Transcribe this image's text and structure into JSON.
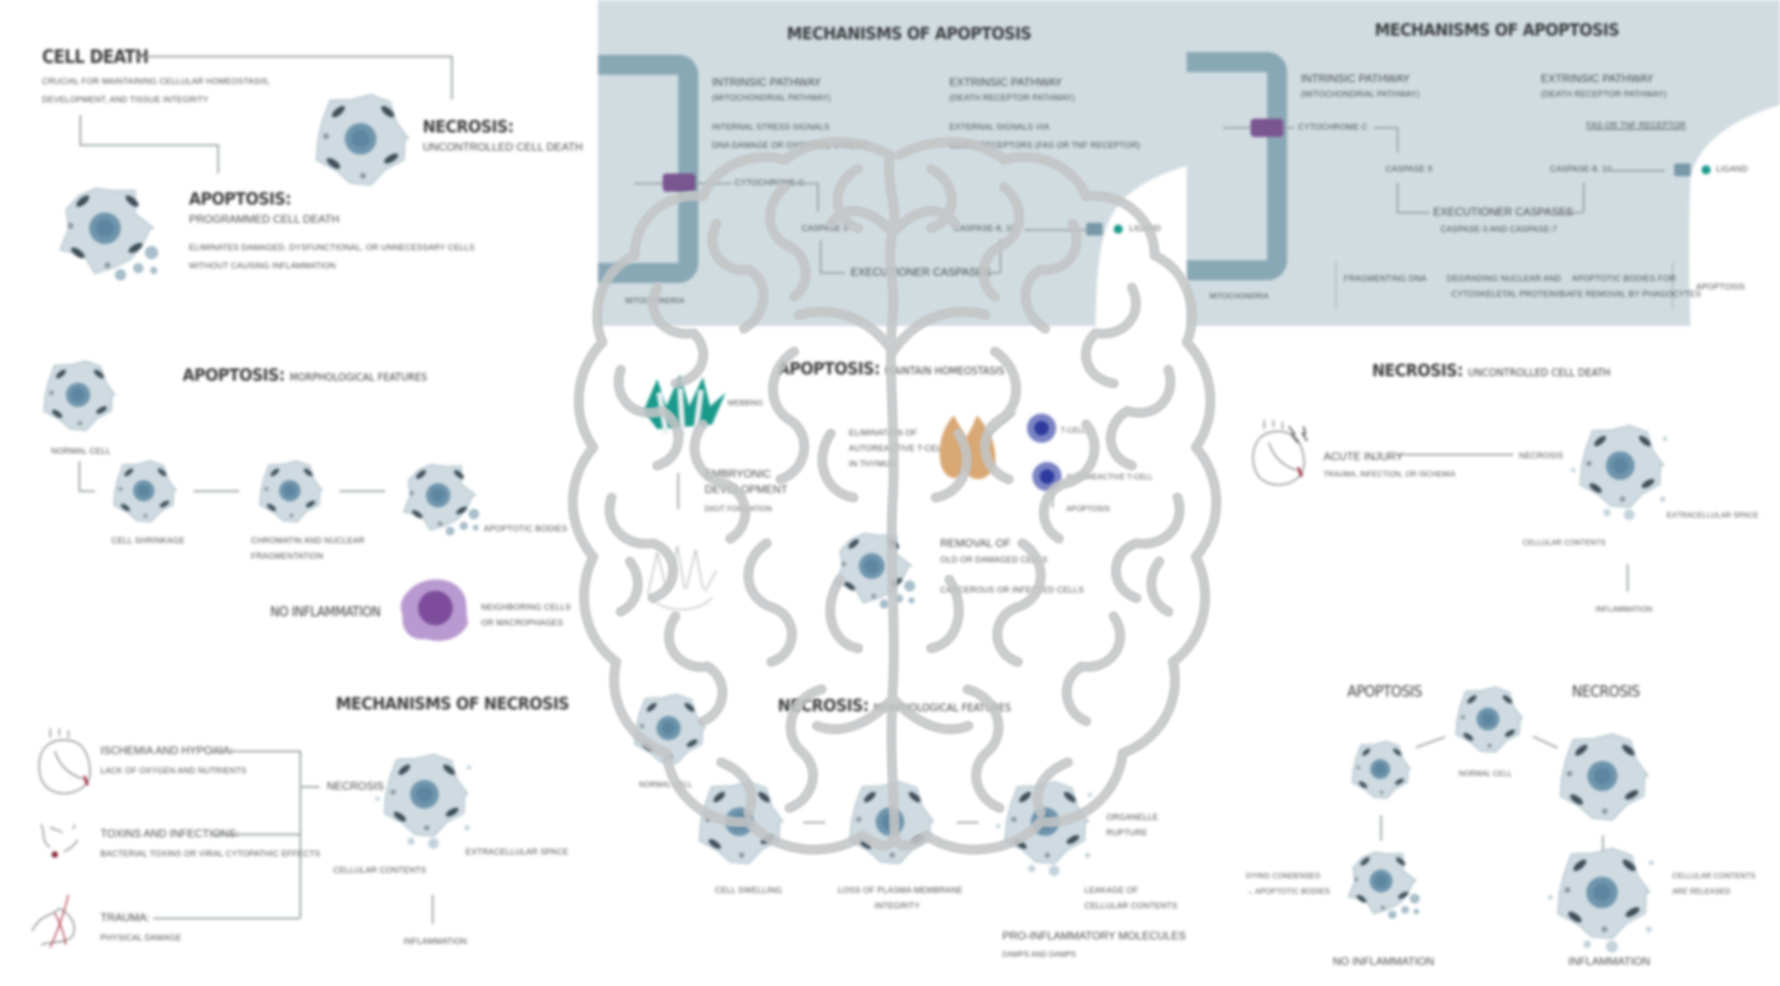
{
  "cell_death": {
    "title": "CELL DEATH",
    "desc_line1": "CRUCIAL FOR MAINTAINING CELLULAR HOMEOSTASIS,",
    "desc_line2": "DEVELOPMENT, AND TISSUE INTEGRITY",
    "apoptosis_title": "APOPTOSIS:",
    "apoptosis_subtitle": "PROGRAMMED CELL DEATH",
    "apoptosis_desc_line1": "ELIMINATES DAMAGED, DYSFUNCTIONAL, OR UNNECESSARY CELLS",
    "apoptosis_desc_line2": "WITHOUT CAUSING INFLAMMATION",
    "necrosis_title": "NECROSIS:",
    "necrosis_subtitle": "UNCONTROLLED CELL DEATH"
  },
  "mech_apoptosis_1": {
    "title": "MECHANISMS OF APOPTOSIS",
    "intrinsic_title": "INTRINSIC PATHWAY",
    "intrinsic_sub": "(MITOCHONDRIAL PATHWAY)",
    "intrinsic_desc1": "INTERNAL STRESS SIGNALS",
    "intrinsic_desc2": "DNA DAMAGE OR OXIDATIVE STRESS",
    "extrinsic_title": "EXTRINSIC PATHWAY",
    "extrinsic_sub": "(DEATH RECEPTOR PATHWAY)",
    "extrinsic_desc1": "EXTERNAL SIGNALS VIA",
    "extrinsic_desc2": "DEATH RECEPTORS (FAS OR TNF RECEPTOR)",
    "cytochrome": "CYTOCHROME C",
    "caspase9": "CASPASE 9",
    "caspase810": "CASPASE-8, 10",
    "ligand": "LIGAND",
    "executioner": "EXECUTIONER CASPASES",
    "mitochondria": "MITOCHONDRIA"
  },
  "mech_apoptosis_2": {
    "title": "MECHANISMS OF APOPTOSIS",
    "intrinsic_title": "INTRINSIC PATHWAY",
    "intrinsic_sub": "(MITOCHONDRIAL PATHWAY)",
    "extrinsic_title": "EXTRINSIC PATHWAY",
    "extrinsic_sub": "(DEATH RECEPTOR PATHWAY)",
    "receptor": "FAS OR TNF RECEPTOR",
    "cytochrome": "CYTOCHROME C",
    "caspase9": "CASPASE 9",
    "caspase810": "CASPASE-8, 10",
    "ligand": "LIGAND",
    "executioner": "EXECUTIONER CASPASES",
    "executioner_sub": "CASPASE-3 AND CASPASE-7",
    "outcome1": "FRAGMENTING DNA",
    "outcome2_line1": "DEGRADING NUCLEAR AND",
    "outcome2_line2": "CYTOSKELETAL PROTEINS",
    "outcome3_line1": "APOPTOTIC BODIES FOR",
    "outcome3_line2": "SAFE REMOVAL BY PHAGOCYTES",
    "mitochondria": "MITOCHONDRIA",
    "side_label": "APOPTOSIS"
  },
  "apop_morph": {
    "title": "APOPTOSIS:",
    "subtitle": "MORPHOLOGICAL FEATURES",
    "normal": "NORMAL CELL",
    "shrinkage": "CELL SHRINKAGE",
    "chromatin_line1": "CHROMATIN AND NUCLEAR",
    "chromatin_line2": "FRAGMENTATION",
    "bodies": "APOPTOTIC BODIES",
    "no_inflammation": "NO INFLAMMATION",
    "macrophage_line1": "NEIGHBORING CELLS",
    "macrophage_line2": "OR MACROPHAGES"
  },
  "apop_homeostasis": {
    "title": "APOPTOSIS:",
    "subtitle": "MAINTAIN HOMEOSTASIS",
    "webbing": "WEBBING",
    "embryonic_line1": "EMBRYONIC",
    "embryonic_line2": "DEVELOPMENT",
    "digit": "DIGIT FORMATION",
    "elim_line1": "ELIMINATION OF",
    "elim_line2": "AUTOREACTIVE T-CELLS",
    "elim_line3": "IN THYMUS",
    "tcell": "T-CELL",
    "autoreactive": "AUTOREACTIVE T-CELL",
    "apoptosis": "APOPTOSIS",
    "removal_line1": "REMOVAL OF",
    "removal_line2": "OLD OR DAMAGED CELLS",
    "removal_line3": "CANCEROUS OR INFECTED CELLS"
  },
  "necrosis_unc": {
    "title": "NECROSIS:",
    "subtitle": "UNCONTROLLED CELL DEATH",
    "acute": "ACUTE INJURY",
    "acute_sub": "TRAUMA, INFECTION, OR ISCHEMIA",
    "necrosis": "NECROSIS",
    "extracellular": "EXTRACELLULAR SPACE",
    "contents": "CELLULAR CONTENTS",
    "inflammation": "INFLAMMATION"
  },
  "mech_necrosis": {
    "title": "MECHANISMS OF NECROSIS",
    "cause1": "ISCHEMIA AND HYPOXIA:",
    "cause1_sub": "LACK OF OXYGEN AND NUTRIENTS",
    "cause2": "TOXINS AND INFECTIONS:",
    "cause2_sub": "BACTERIAL TOXINS OR VIRAL CYTOPATHIC EFFECTS",
    "cause3": "TRAUMA:",
    "cause3_sub": "PHYSICAL DAMAGE",
    "necrosis": "NECROSIS",
    "extracellular": "EXTRACELLULAR SPACE",
    "contents": "CELLULAR CONTENTS",
    "inflammation": "INFLAMMATION"
  },
  "necrosis_morph": {
    "title": "NECROSIS:",
    "subtitle": "MORPHOLOGICAL FEATURES",
    "normal": "NORMAL CELL",
    "swelling": "CELL SWELLING",
    "loss_line1": "LOSS OF PLASMA MEMBRANE",
    "loss_line2": "INTEGRITY",
    "rupture_line1": "ORGANELLE",
    "rupture_line2": "RUPTURE",
    "leakage_line1": "LEAKAGE OF",
    "leakage_line2": "CELLULAR CONTENTS",
    "pro_inflam": "PRO-INFLAMMATORY MOLECULES",
    "pro_inflam_sub": "DAMPS AND DAMPS"
  },
  "comparison": {
    "apoptosis": "APOPTOSIS",
    "necrosis": "NECROSIS",
    "normal": "NORMAL CELL",
    "apop_desc_line1": "DYING CONDENSES",
    "apop_desc_line2": "→ APOPTOTIC BODIES",
    "nec_desc_line1": "CELLULAR CONTENTS",
    "nec_desc_line2": "ARE RELEASED",
    "no_inflammation": "NO INFLAMMATION",
    "inflammation": "INFLAMMATION"
  },
  "colors": {
    "panel": "#d1dce1",
    "mitochondria": "#89a8b5",
    "channel": "#7a5690",
    "cell_fill": "#cfdbe1",
    "nucleus": "#6f95ad",
    "macrophage": "#a87cc0",
    "thymus": "#d9a874",
    "tcell": "#2e3a9e",
    "ligand": "#1a9a8a",
    "brain_outline": "#c3c5c6",
    "accent_red": "#a3283a"
  }
}
